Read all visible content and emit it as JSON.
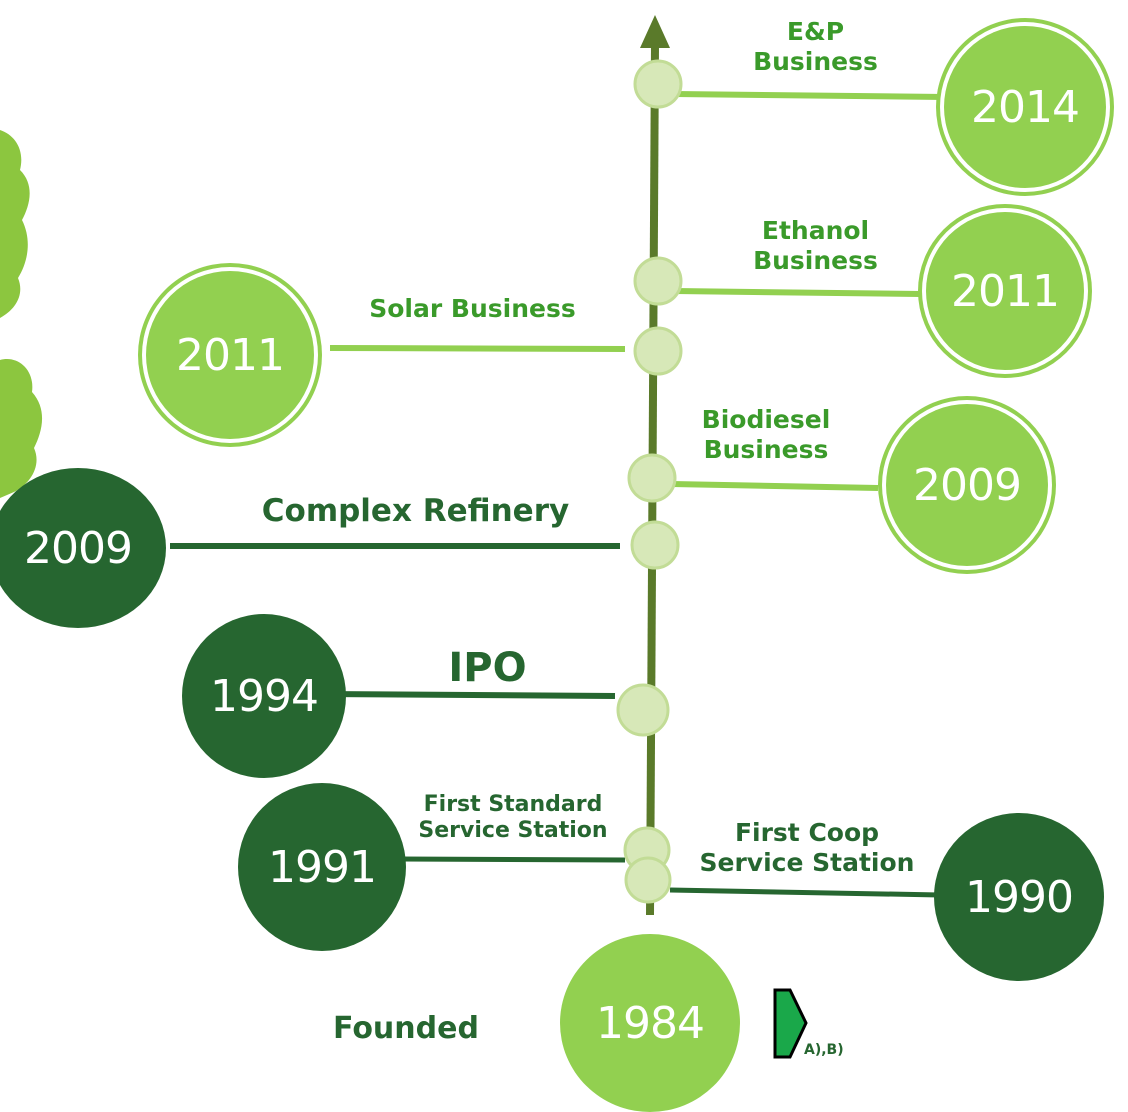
{
  "colors": {
    "light_green": "#92d050",
    "dark_green": "#266630",
    "axis": "#5a7a2a",
    "node": "#d7e8b8",
    "label_light": "#3a9a2a"
  },
  "milestones": {
    "ep": {
      "year": "2014",
      "label": "E&P\nBusiness"
    },
    "ethanol": {
      "year": "2011",
      "label": "Ethanol\nBusiness"
    },
    "solar": {
      "year": "2011",
      "label": "Solar Business"
    },
    "biodiesel": {
      "year": "2009",
      "label": "Biodiesel\nBusiness"
    },
    "refinery": {
      "year": "2009",
      "label": "Complex Refinery"
    },
    "ipo": {
      "year": "1994",
      "label": "IPO"
    },
    "standard": {
      "year": "1991",
      "label": "First Standard\nService Station"
    },
    "coop": {
      "year": "1990",
      "label": "First Coop\nService Station"
    },
    "founded": {
      "year": "1984",
      "label": "Founded"
    }
  },
  "footnote": "A),B)"
}
